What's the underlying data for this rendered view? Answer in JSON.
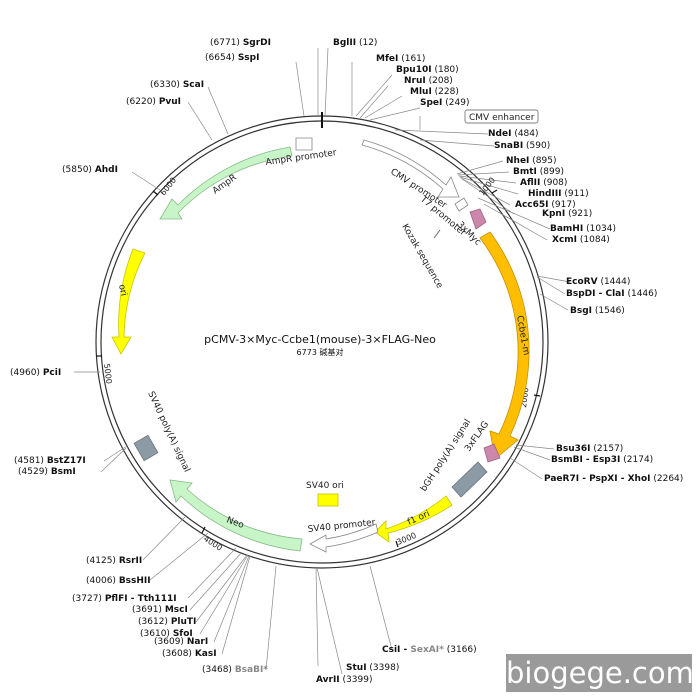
{
  "plasmid": {
    "name": "pCMV-3×Myc-Ccbe1(mouse)-3×FLAG-Neo",
    "size_label": "6773 碱基对",
    "length": 6773
  },
  "ticks": [
    "1000",
    "2000",
    "3000",
    "4000",
    "5000",
    "6000"
  ],
  "features": [
    {
      "label": "CMV enhancer",
      "boxed": true,
      "color": "#ffffff"
    },
    {
      "label": "CMV promoter",
      "color": "#ffffff"
    },
    {
      "label": "T7 promoter",
      "color": "#ffffff"
    },
    {
      "label": "3xMyc",
      "color": "#cc88aa"
    },
    {
      "label": "Kozak sequence",
      "color": "#ffffff"
    },
    {
      "label": "Ccbe1-m",
      "color": "#ffbf00"
    },
    {
      "label": "3xFLAG",
      "color": "#cc88aa"
    },
    {
      "label": "bGH poly(A) signal",
      "color": "#8c9aa5"
    },
    {
      "label": "f1 ori",
      "color": "#ffff00"
    },
    {
      "label": "SV40 ori",
      "color": "#ffff00"
    },
    {
      "label": "SV40 promoter",
      "color": "#ffffff"
    },
    {
      "label": "Neo",
      "color": "#c8f5c8"
    },
    {
      "label": "SV40 poly(A) signal",
      "color": "#8c9aa5"
    },
    {
      "label": "ori",
      "color": "#ffff00"
    },
    {
      "label": "AmpR",
      "color": "#c8f5c8"
    },
    {
      "label": "AmpR promoter",
      "color": "#ffffff"
    }
  ],
  "sites": [
    {
      "pos": "(6771)",
      "name": "SgrDI"
    },
    {
      "pos": "(12)",
      "name": "BglII"
    },
    {
      "pos": "(6654)",
      "name": "SspI"
    },
    {
      "pos": "(161)",
      "name": "MfeI"
    },
    {
      "pos": "(180)",
      "name": "Bpu10I"
    },
    {
      "pos": "(208)",
      "name": "NruI"
    },
    {
      "pos": "(228)",
      "name": "MluI"
    },
    {
      "pos": "(249)",
      "name": "SpeI"
    },
    {
      "pos": "(6330)",
      "name": "ScaI"
    },
    {
      "pos": "(6220)",
      "name": "PvuI"
    },
    {
      "pos": "(484)",
      "name": "NdeI"
    },
    {
      "pos": "(590)",
      "name": "SnaBI"
    },
    {
      "pos": "(895)",
      "name": "NheI"
    },
    {
      "pos": "(899)",
      "name": "BmtI"
    },
    {
      "pos": "(908)",
      "name": "AflII"
    },
    {
      "pos": "(911)",
      "name": "HindIII"
    },
    {
      "pos": "(917)",
      "name": "Acc65I"
    },
    {
      "pos": "(921)",
      "name": "KpnI"
    },
    {
      "pos": "(1034)",
      "name": "BamHI"
    },
    {
      "pos": "(1084)",
      "name": "XcmI"
    },
    {
      "pos": "(5850)",
      "name": "AhdI"
    },
    {
      "pos": "(1444)",
      "name": "EcoRV"
    },
    {
      "pos": "(1446)",
      "name": "BspDI - ClaI"
    },
    {
      "pos": "(1546)",
      "name": "BsgI"
    },
    {
      "pos": "(4960)",
      "name": "PciI"
    },
    {
      "pos": "(2157)",
      "name": "Bsu36I"
    },
    {
      "pos": "(2174)",
      "name": "BsmBI - Esp3I"
    },
    {
      "pos": "(2264)",
      "name": "PaeR7I - PspXI - XhoI"
    },
    {
      "pos": "(4581)",
      "name": "BstZ17I"
    },
    {
      "pos": "(4529)",
      "name": "BsmI"
    },
    {
      "pos": "(4125)",
      "name": "RsrII"
    },
    {
      "pos": "(4006)",
      "name": "BssHII"
    },
    {
      "pos": "(3727)",
      "name": "PflFI - Tth111I"
    },
    {
      "pos": "(3691)",
      "name": "MscI"
    },
    {
      "pos": "(3612)",
      "name": "PluTI"
    },
    {
      "pos": "(3610)",
      "name": "SfoI"
    },
    {
      "pos": "(3609)",
      "name": "NarI"
    },
    {
      "pos": "(3608)",
      "name": "KasI"
    },
    {
      "pos": "(3468)",
      "name": "BsaBI*",
      "grey": true
    },
    {
      "pos": "(3166)",
      "name": "SexAI*",
      "grey": true,
      "prefix": "CsiI - "
    },
    {
      "pos": "(3398)",
      "name": "StuI"
    },
    {
      "pos": "(3399)",
      "name": "AvrII"
    }
  ],
  "watermark": "biogege.com"
}
